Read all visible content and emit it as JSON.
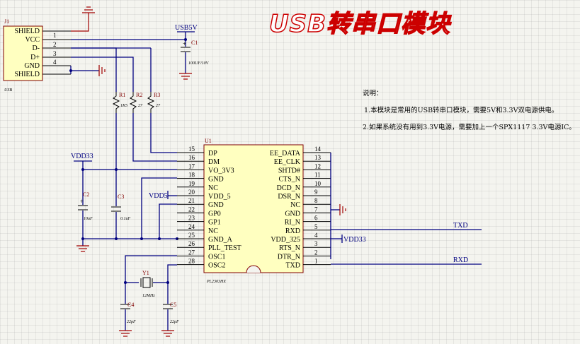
{
  "title": "USB转串口模块",
  "notes": {
    "heading": "说明：",
    "line1": "1.本模块是常用的USB转串口模块，需要5V和3.3V双电源供电。",
    "line2": "2.如果系统没有用到3.3V电源，需要加上一个SPX1117 3.3V电源IC。"
  },
  "connector": {
    "ref": "J1",
    "name": "USB",
    "pins": [
      {
        "label": "SHIELD",
        "num": ""
      },
      {
        "label": "VCC",
        "num": "1"
      },
      {
        "label": "D-",
        "num": "2"
      },
      {
        "label": "D+",
        "num": "3"
      },
      {
        "label": "GND",
        "num": "4"
      },
      {
        "label": "SHIELD",
        "num": ""
      }
    ]
  },
  "nets": {
    "usb5v": "USB5V",
    "vdd33_left": "VDD33",
    "vdd5": "VDD5",
    "vdd33_right": "VDD33",
    "txd": "TXD",
    "rxd": "RXD"
  },
  "resistors": [
    {
      "ref": "R1",
      "value": "1K5"
    },
    {
      "ref": "R2",
      "value": "27"
    },
    {
      "ref": "R3",
      "value": "27"
    }
  ],
  "capacitors": {
    "c1": {
      "ref": "C1",
      "value": "100UF/10V"
    },
    "c2": {
      "ref": "C2",
      "value": "10uF"
    },
    "c3": {
      "ref": "C3",
      "value": "0.1uF"
    },
    "c4": {
      "ref": "C4",
      "value": "22pF"
    },
    "c5": {
      "ref": "C5",
      "value": "22pF"
    }
  },
  "crystal": {
    "ref": "Y1",
    "value": "12MHz"
  },
  "chip": {
    "ref": "U1",
    "part": "PL2303HX",
    "left_pins": [
      {
        "num": "15",
        "label": "DP"
      },
      {
        "num": "16",
        "label": "DM"
      },
      {
        "num": "17",
        "label": "VO_3V3"
      },
      {
        "num": "18",
        "label": "GND"
      },
      {
        "num": "19",
        "label": "NC"
      },
      {
        "num": "20",
        "label": "VDD_5"
      },
      {
        "num": "21",
        "label": "GND"
      },
      {
        "num": "22",
        "label": "GP0"
      },
      {
        "num": "23",
        "label": "GP1"
      },
      {
        "num": "24",
        "label": "NC"
      },
      {
        "num": "25",
        "label": "GND_A"
      },
      {
        "num": "26",
        "label": "PLL_TEST"
      },
      {
        "num": "27",
        "label": "OSC1"
      },
      {
        "num": "28",
        "label": "OSC2"
      }
    ],
    "right_pins": [
      {
        "num": "14",
        "label": "EE_DATA"
      },
      {
        "num": "13",
        "label": "EE_CLK"
      },
      {
        "num": "12",
        "label": "SHTD#"
      },
      {
        "num": "11",
        "label": "CTS_N"
      },
      {
        "num": "10",
        "label": "DCD_N"
      },
      {
        "num": "9",
        "label": "DSR_N"
      },
      {
        "num": "8",
        "label": "NC"
      },
      {
        "num": "7",
        "label": "GND"
      },
      {
        "num": "6",
        "label": "RI_N"
      },
      {
        "num": "5",
        "label": "RXD"
      },
      {
        "num": "4",
        "label": "VDD_325"
      },
      {
        "num": "3",
        "label": "RTS_N"
      },
      {
        "num": "2",
        "label": "DTR_N"
      },
      {
        "num": "1",
        "label": "TXD"
      }
    ]
  },
  "colors": {
    "wire": "#000080",
    "chip_fill": "#ffffc0",
    "chip_border": "#800000",
    "title_outline": "#cc0000",
    "ref_text": "#800000"
  }
}
